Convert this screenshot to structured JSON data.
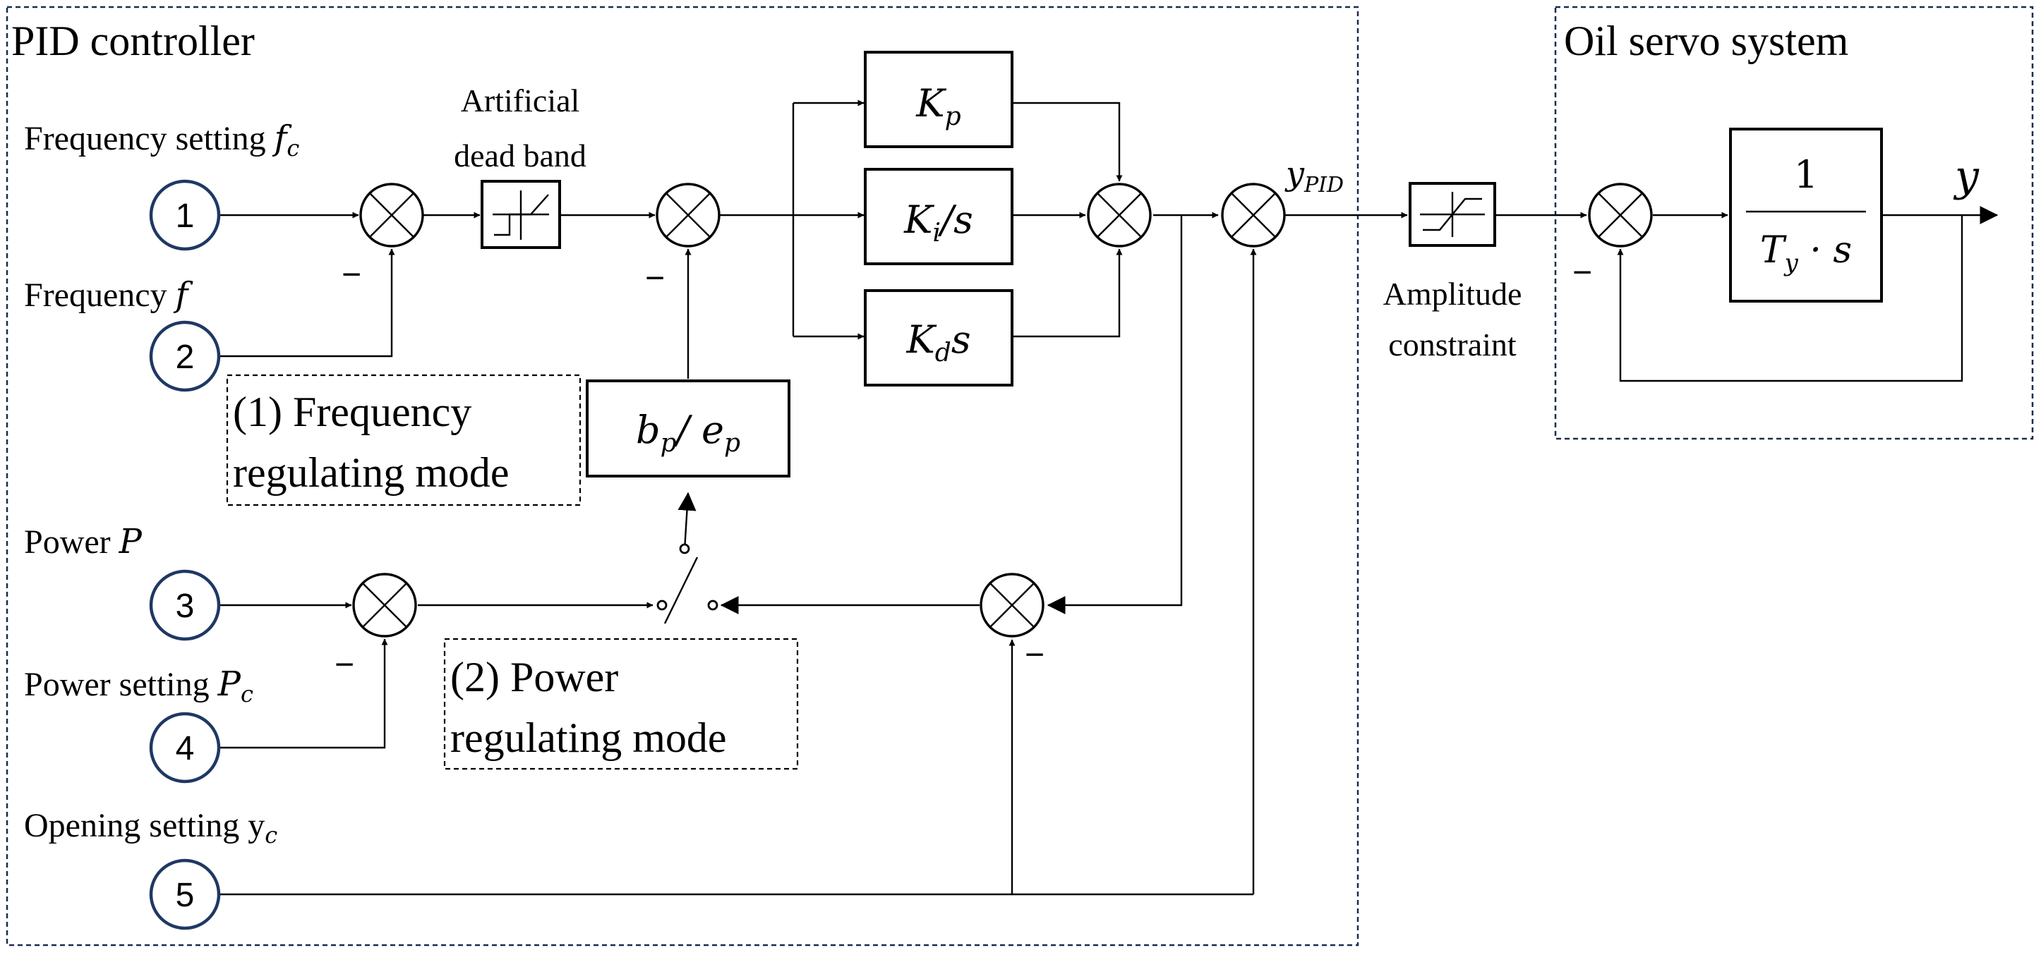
{
  "groups": {
    "pid_controller": "PID controller",
    "oil_servo": "Oil servo system"
  },
  "inputs": [
    {
      "num": "1",
      "label": "Frequency setting ",
      "sym": "f",
      "sub": "c"
    },
    {
      "num": "2",
      "label": "Frequency ",
      "sym": "f",
      "sub": ""
    },
    {
      "num": "3",
      "label": "Power ",
      "sym": "P",
      "sub": ""
    },
    {
      "num": "4",
      "label": "Power setting ",
      "sym": "P",
      "sub": "c"
    },
    {
      "num": "5",
      "label": "Opening setting y",
      "sym": "",
      "sub": "c"
    }
  ],
  "blocks": {
    "deadband_line1": "Artificial",
    "deadband_line2": "dead band",
    "kp_sym": "K",
    "kp_sub": "p",
    "ki_sym": "K",
    "ki_sub": "i",
    "ki_rest": "/s",
    "kd_sym": "K",
    "kd_sub": "d",
    "kd_rest": "s",
    "bp_b": "b",
    "bp_b_sub": "p",
    "bp_mid": "/ ",
    "bp_e": "e",
    "bp_e_sub": "p",
    "amplitude_line1": "Amplitude",
    "amplitude_line2": "constraint",
    "servo_num": "1",
    "servo_den_sym": "T",
    "servo_den_sub": "y",
    "servo_den_rest": " · s"
  },
  "signals": {
    "ypid_sym": "y",
    "ypid_sub": "PID",
    "output": "y",
    "minus": "−"
  },
  "modes": {
    "freq_line1": "(1) Frequency",
    "freq_line2": "regulating mode",
    "power_line1": "(2) Power",
    "power_line2": "regulating mode"
  }
}
